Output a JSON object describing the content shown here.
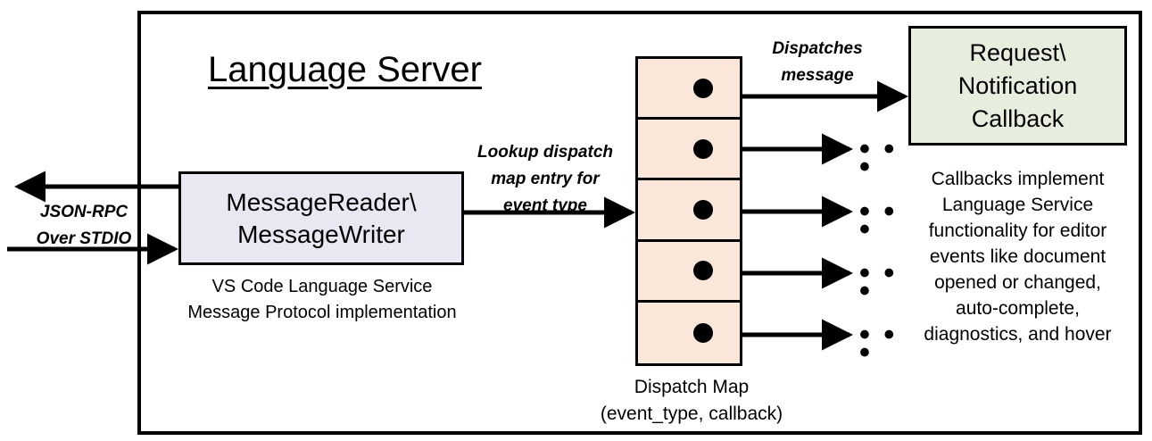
{
  "diagram": {
    "title": "Language Server",
    "colors": {
      "border": "#000000",
      "message_io_fill": "#EAE7F2",
      "dispatch_map_fill": "#FBE7D9",
      "callback_fill": "#E8EEDE",
      "background": "#FFFFFF"
    },
    "message_io": {
      "line1": "MessageReader\\",
      "line2": "MessageWriter",
      "caption_line1": "VS Code Language Service",
      "caption_line2": "Message Protocol implementation"
    },
    "stdio": {
      "line1": "JSON-RPC",
      "line2": "Over STDIO"
    },
    "lookup": {
      "line1": "Lookup dispatch",
      "line2": "map entry for",
      "line3": "event type"
    },
    "dispatches": {
      "line1": "Dispatches",
      "line2": "message"
    },
    "dispatch_map": {
      "rows": [
        {
          "id": "row-1"
        },
        {
          "id": "row-2"
        },
        {
          "id": "row-3"
        },
        {
          "id": "row-4"
        },
        {
          "id": "row-5"
        }
      ],
      "caption_line1": "Dispatch Map",
      "caption_line2": "(event_type, callback)"
    },
    "callback": {
      "line1": "Request\\",
      "line2": "Notification",
      "line3": "Callback",
      "caption_line1": "Callbacks implement",
      "caption_line2": "Language Service",
      "caption_line3": "functionality for editor",
      "caption_line4": "events like document",
      "caption_line5": "opened or changed,",
      "caption_line6": "auto-complete,",
      "caption_line7": "diagnostics, and hover"
    },
    "ellipsis": {
      "glyph": "• • •"
    }
  }
}
